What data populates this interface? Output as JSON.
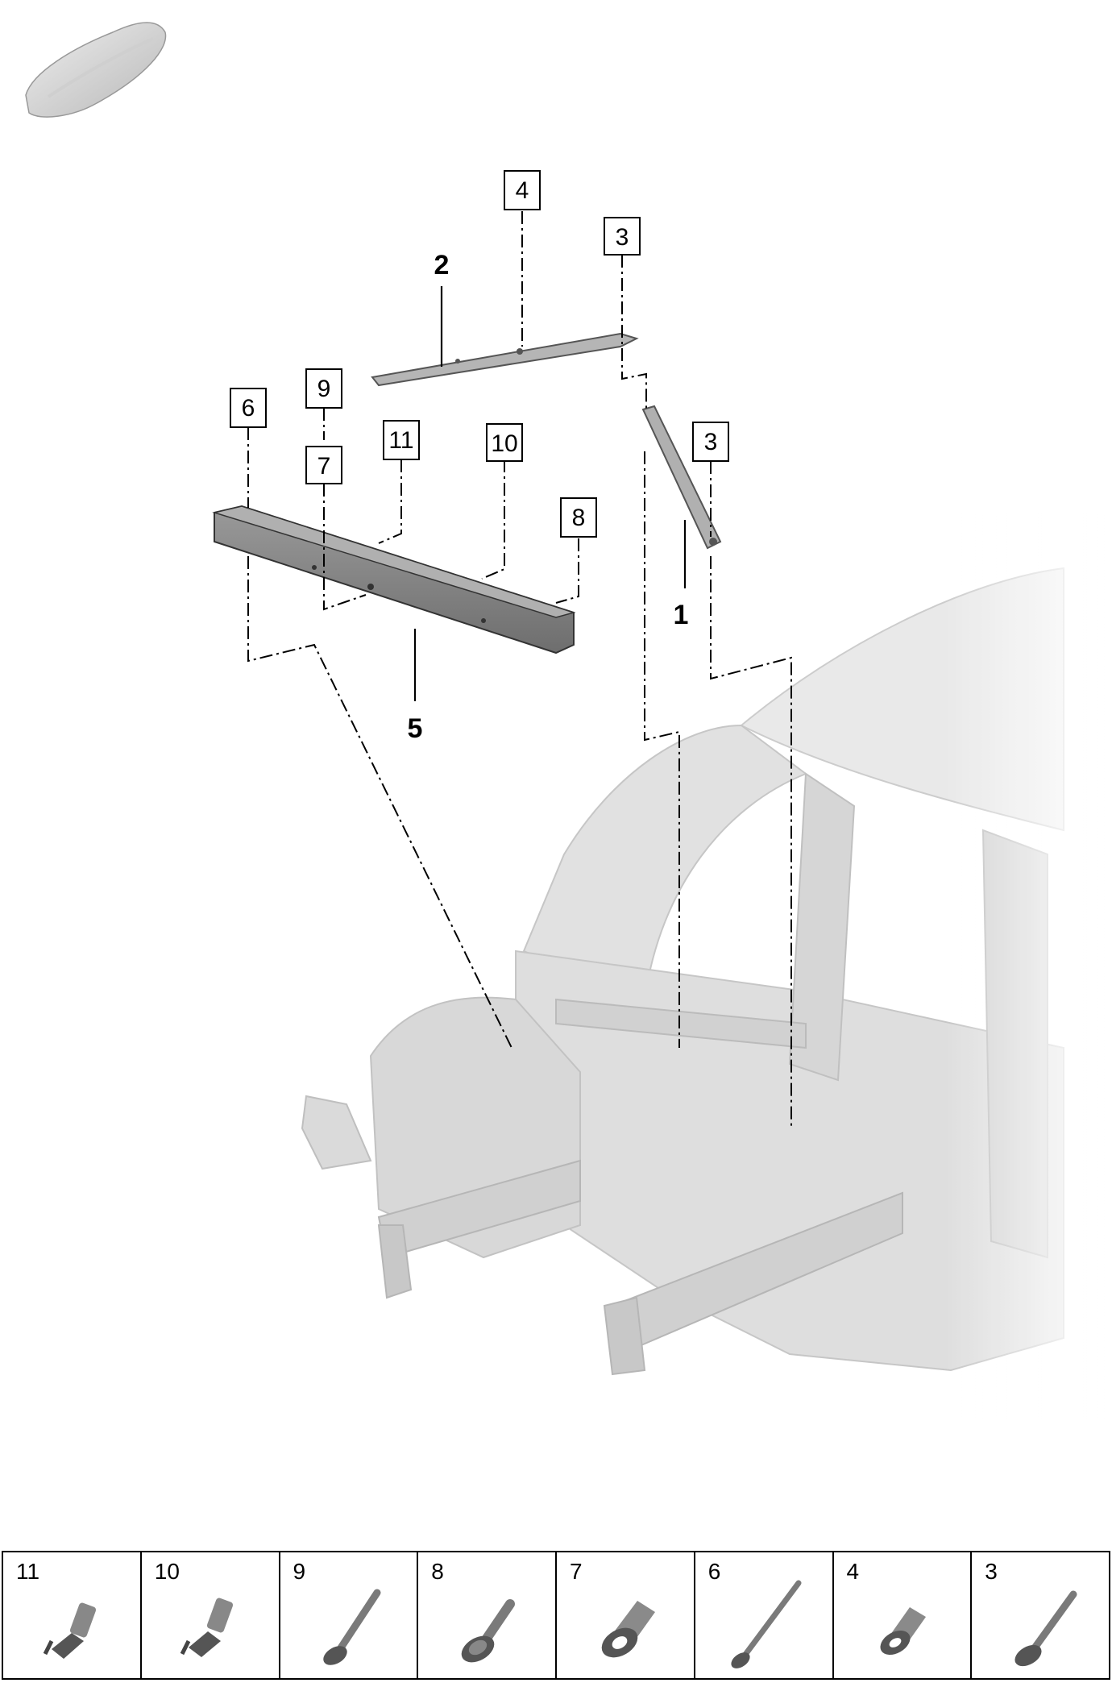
{
  "callouts": [
    {
      "label": "4"
    },
    {
      "label": "3"
    },
    {
      "label": "9"
    },
    {
      "label": "6"
    },
    {
      "label": "11"
    },
    {
      "label": "10"
    },
    {
      "label": "3"
    },
    {
      "label": "7"
    },
    {
      "label": "8"
    }
  ],
  "part_labels": [
    {
      "label": "2"
    },
    {
      "label": "1"
    },
    {
      "label": "5"
    }
  ],
  "legend": {
    "cells": [
      {
        "num": "11",
        "icon": "clip-nut-icon"
      },
      {
        "num": "10",
        "icon": "clip-nut-icon"
      },
      {
        "num": "9",
        "icon": "bolt-icon"
      },
      {
        "num": "8",
        "icon": "flange-bolt-icon"
      },
      {
        "num": "7",
        "icon": "rivet-nut-icon"
      },
      {
        "num": "6",
        "icon": "long-bolt-icon"
      },
      {
        "num": "4",
        "icon": "rivet-nut-icon"
      },
      {
        "num": "3",
        "icon": "bolt-icon"
      }
    ]
  }
}
